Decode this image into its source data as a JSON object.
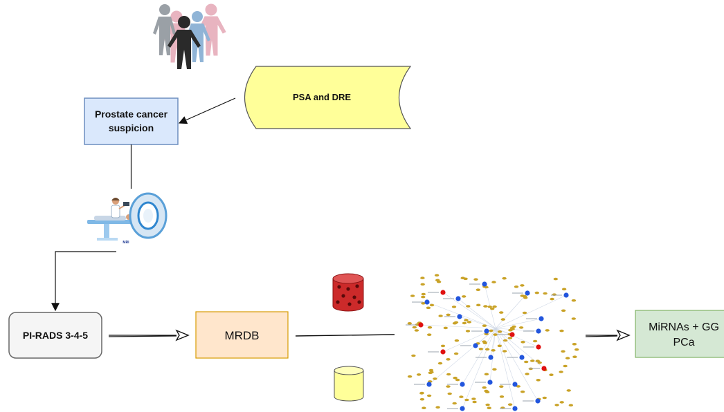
{
  "nodes": {
    "psa_dre": {
      "label": "PSA and DRE",
      "fill": "#ffff99",
      "stroke": "#555555"
    },
    "suspicion": {
      "line1": "Prostate cancer",
      "line2": "suspicion",
      "fill": "#dae8fc",
      "stroke": "#6c8ebf"
    },
    "mri": {
      "label": "MRI"
    },
    "pirads": {
      "label": "PI-RADS 3-4-5",
      "fill": "#f5f5f5",
      "stroke": "#666666"
    },
    "mrdb": {
      "label": "MRDB",
      "fill": "#ffe6cc",
      "stroke": "#d79b00"
    },
    "output": {
      "line1": "MiRNAs + GG",
      "line2": "PCa",
      "fill": "#d5e8d4",
      "stroke": "#82b366"
    }
  },
  "icons": {
    "people": "people-group-icon",
    "scanner": "mri-scanner-icon",
    "db_red": "red-database-icon",
    "db_yellow": "yellow-database-icon",
    "network": "mirna-network-graph"
  },
  "colors": {
    "db_red": "#cc2a2a",
    "db_yellow": "#ffff99",
    "node_red": "#e01010",
    "node_blue": "#2255dd",
    "node_gold": "#c9a227"
  }
}
